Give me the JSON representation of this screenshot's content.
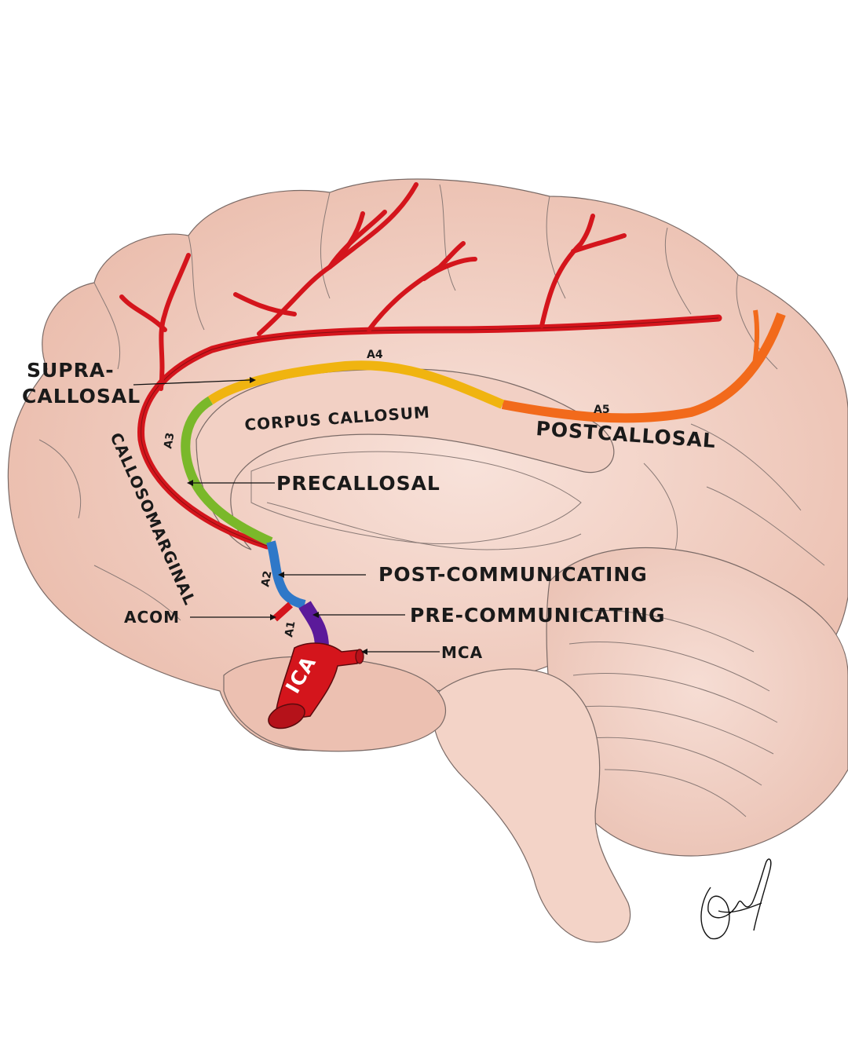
{
  "labels": {
    "supra_callosal_1": "SUPRA-",
    "supra_callosal_2": "CALLOSAL",
    "callosomarginal": "CALLOSOMARGINAL",
    "corpus_callosum": "CORPUS CALLOSUM",
    "postcallosal": "POSTCALLOSAL",
    "precallosal": "PRECALLOSAL",
    "post_communicating": "POST-COMMUNICATING",
    "pre_communicating": "PRE-COMMUNICATING",
    "acom": "ACOM",
    "mca": "MCA",
    "ica": "ICA"
  },
  "segments": {
    "a1": "A1",
    "a2": "A2",
    "a3": "A3",
    "a4": "A4",
    "a5": "A5"
  },
  "colors": {
    "brain": "#eec4b6",
    "artery": "#d4151c",
    "a1": "#5b1a9a",
    "a2": "#2f78c8",
    "a3": "#7ab82a",
    "a4": "#f0b410",
    "a5": "#f26a1b"
  }
}
